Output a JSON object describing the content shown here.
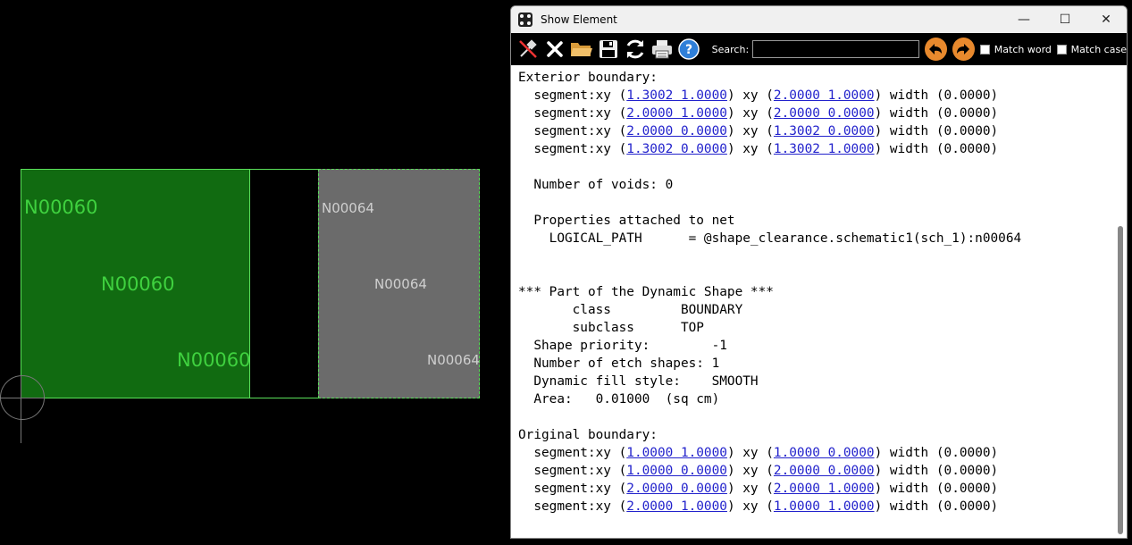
{
  "canvas": {
    "green_labels": [
      "N00060",
      "N00060",
      "N00060"
    ],
    "gray_labels": [
      "N00064",
      "N00064",
      "N00064"
    ]
  },
  "window": {
    "title": "Show Element",
    "controls": {
      "minimize": "—",
      "maximize": "☐",
      "close": "✕"
    }
  },
  "toolbar": {
    "search_label": "Search:",
    "search_value": "",
    "match_word": "Match word",
    "match_case": "Match case"
  },
  "report": {
    "exterior_title": "Exterior boundary:",
    "exterior_segments": [
      {
        "a": "1.3002 1.0000",
        "b": "2.0000 1.0000",
        "width": "(0.0000)"
      },
      {
        "a": "2.0000 1.0000",
        "b": "2.0000 0.0000",
        "width": "(0.0000)"
      },
      {
        "a": "2.0000 0.0000",
        "b": "1.3002 0.0000",
        "width": "(0.0000)"
      },
      {
        "a": "1.3002 0.0000",
        "b": "1.3002 1.0000",
        "width": "(0.0000)"
      }
    ],
    "voids_line": "Number of voids: 0",
    "props_title": "Properties attached to net",
    "prop_line": "  LOGICAL_PATH      = @shape_clearance.schematic1(sch_1):n00064",
    "part_header": "*** Part of the Dynamic Shape ***",
    "class_line": "       class         BOUNDARY",
    "subclass_line": "       subclass      TOP",
    "priority_line": "  Shape priority:        -1",
    "etch_line": "  Number of etch shapes: 1",
    "fill_line": "  Dynamic fill style:    SMOOTH",
    "area_line": "  Area:   0.01000  (sq cm)",
    "original_title": "Original boundary:",
    "original_segments": [
      {
        "a": "1.0000 1.0000",
        "b": "1.0000 0.0000",
        "width": "(0.0000)"
      },
      {
        "a": "1.0000 0.0000",
        "b": "2.0000 0.0000",
        "width": "(0.0000)"
      },
      {
        "a": "2.0000 0.0000",
        "b": "2.0000 1.0000",
        "width": "(0.0000)"
      },
      {
        "a": "2.0000 1.0000",
        "b": "1.0000 1.0000",
        "width": "(0.0000)"
      }
    ]
  }
}
